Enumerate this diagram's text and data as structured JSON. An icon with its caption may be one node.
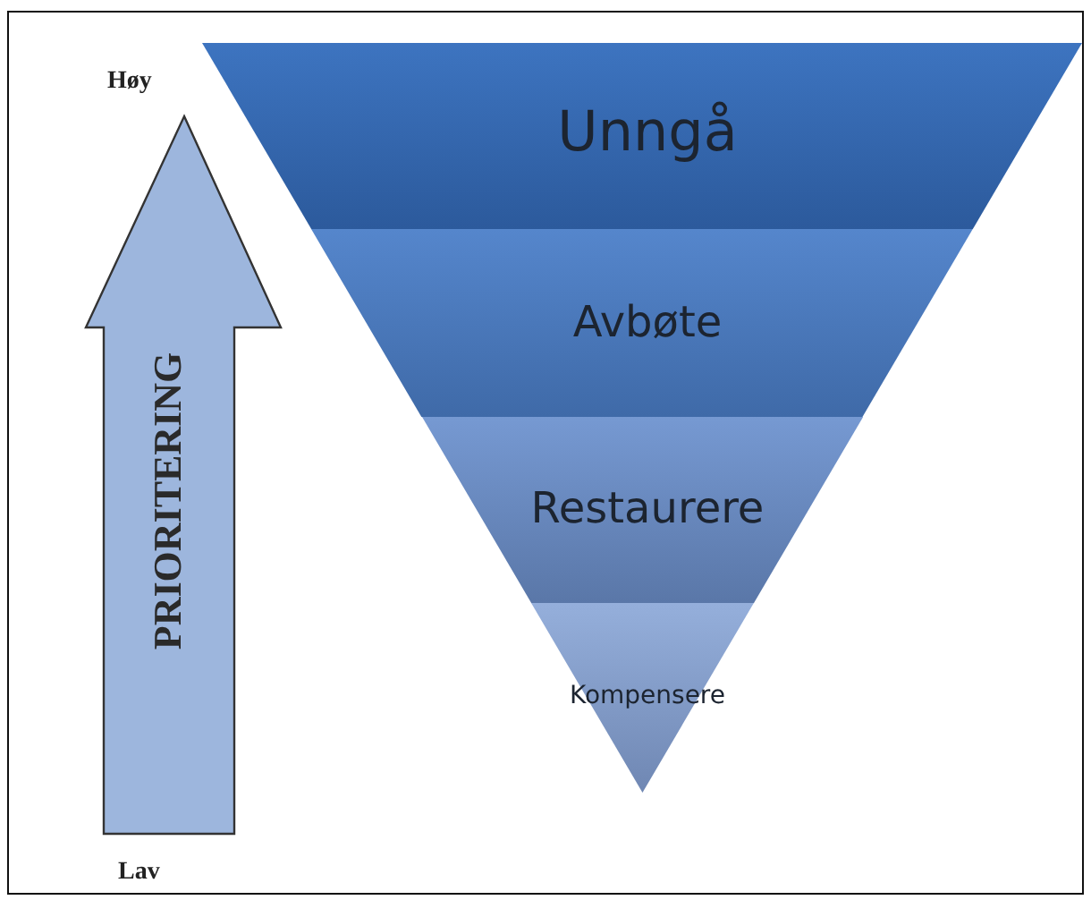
{
  "diagram": {
    "nodes": [
      {
        "text": [
          "Unngå"
        ]
      },
      {
        "text": [
          "Avbøte"
        ]
      },
      {
        "text": [
          "Restaurere"
        ]
      },
      {
        "text": [
          "Kompensere"
        ]
      },
      {
        "text": [
          "PRIORITERING"
        ]
      }
    ],
    "labels": [
      "Høy",
      "Lav"
    ]
  }
}
